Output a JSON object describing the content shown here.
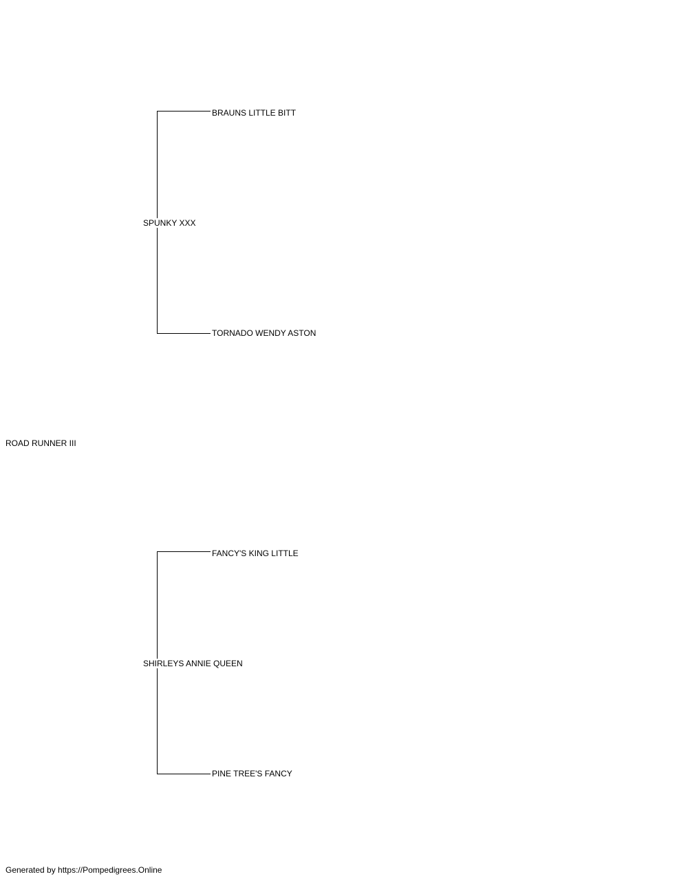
{
  "pedigree": {
    "subject": "ROAD RUNNER III",
    "sire": {
      "name": "SPUNKY XXX",
      "sire": "BRAUNS LITTLE BITT",
      "dam": "TORNADO WENDY ASTON"
    },
    "dam": {
      "name": "SHIRLEYS ANNIE QUEEN",
      "sire": "FANCY'S KING LITTLE",
      "dam": "PINE TREE'S FANCY"
    }
  },
  "footer": {
    "credit": "Generated by https://Pompedigrees.Online"
  },
  "colors": {
    "line": "#000000",
    "text": "#000000",
    "background": "#ffffff"
  }
}
